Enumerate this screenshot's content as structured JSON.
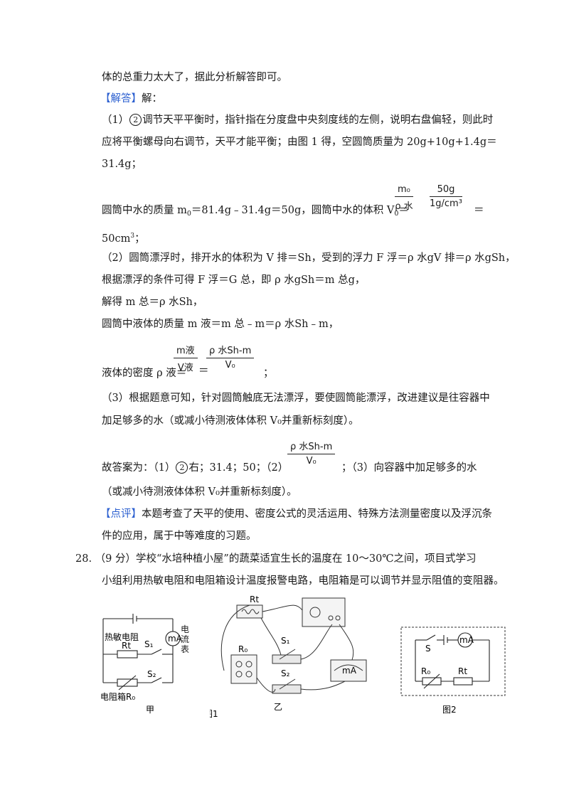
{
  "lines": {
    "l1": "体的总重力太大了，据此分析解答即可。",
    "answer_tag": "【解答】",
    "answer_rest": "解：",
    "p1a_pre": "（1）",
    "circ2": "2",
    "p1a_post": "调节天平平衡时，指针指在分度盘中央刻度线的左侧，说明右盘偏轻，则此时",
    "p1b": "应将平衡螺母向右调节，天平才能平衡；由图 1 得，空圆筒质量为 20g+10g+1.4g＝",
    "p1c": "31.4g；",
    "p1d_a": "圆筒中水的质量 m",
    "p1d_sub0": "0",
    "p1d_b": "＝81.4g﹣31.4g＝50g，圆筒中水的体积 V",
    "p1d_sub1": "0",
    "p1d_c": "＝",
    "p1d_eq": "＝",
    "p1e_a": "50cm",
    "p1e_sup": "3",
    "p1e_b": "；",
    "p2a": "（2）圆筒漂浮时，排开水的体积为 V 排＝Sh，受到的浮力 F 浮＝ρ 水gV 排＝ρ 水gSh，",
    "p2b": "根据漂浮的条件可得 F 浮＝G 总，即 ρ 水gSh＝m 总g，",
    "p2c": "解得 m 总＝ρ 水Sh，",
    "p2d": "圆筒中液体的质量 m 液＝m 总﹣m＝ρ 水Sh﹣m，",
    "p2e_a": "液体的密度 ρ 液＝",
    "p2e_eq": "＝",
    "p2e_end": "；",
    "p3a": "（3）根据题意可知，针对圆筒触底无法漂浮，要使圆筒能漂浮，改进建议是往容器中",
    "p3b": "加足够多的水（或减小待测液体体积 V₀并重新标刻度）。",
    "final_a": "故答案为：（1）",
    "final_circ": "2",
    "final_b": "右；31.4；50；（2）",
    "final_c": "；（3）向容器中加足够多的水",
    "final_d": "（或减小待测液体体积 V₀并重新标刻度）。",
    "comment_tag": "【点评】",
    "comment_rest": "本题考查了天平的使用、密度公式的灵活运用、特殊方法测量密度以及浮沉条",
    "comment_b": "件的应用，属于中等难度的习题。",
    "q28a": "28.  （9 分）学校“水培种植小屋”的蔬菜适宜生长的温度在 10～30℃之间，项目式学习",
    "q28b": "小组利用热敏电阻和电阻箱设计温度报警电路，电阻箱是可以调节并显示阻值的变阻器。"
  },
  "fractions": {
    "f1_num": "m₀",
    "f1_den": "ρ 水",
    "f2_num": "50g",
    "f2_den": "1g/cm³",
    "f3_num": "m液",
    "f3_den": "V液",
    "f4_num": "ρ 水Sh-m",
    "f4_den": "V₀",
    "f5_num": "ρ 水Sh-m",
    "f5_den": "V₀"
  },
  "figures": {
    "jia_label_thermistor": "热敏电阻",
    "jia_label_rt": "Rt",
    "jia_label_s1": "S₁",
    "jia_label_s2": "S₂",
    "jia_label_meter": "mA",
    "jia_label_meter_name": "电流表",
    "jia_label_box": "电阻箱R₀",
    "jia_caption": "甲",
    "yi_label_rt": "Rt",
    "yi_label_r0": "R₀",
    "yi_label_s1": "S₁",
    "yi_label_s2": "S₂",
    "yi_label_ma": "mA",
    "yi_caption": "乙",
    "fig1_caption": "图1",
    "fig2_label_s": "S",
    "fig2_label_ma": "mA",
    "fig2_label_r0": "R₀",
    "fig2_label_rt": "Rt",
    "fig2_caption": "图2"
  }
}
